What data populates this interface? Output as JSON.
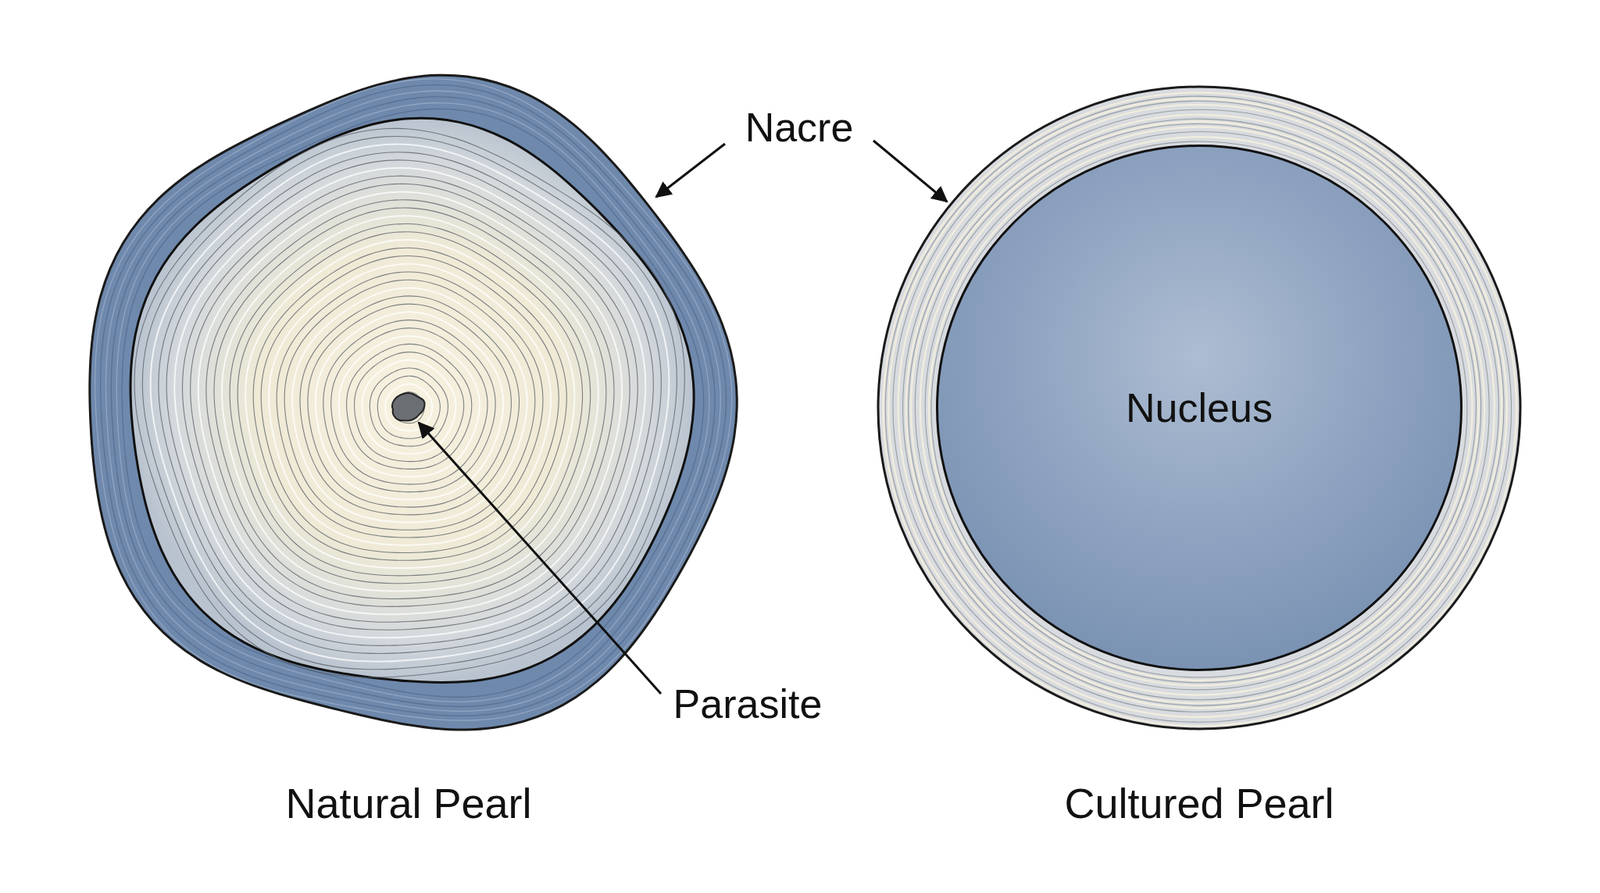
{
  "diagram": {
    "nodes": [
      {
        "text": [
          "Natural Pearl"
        ]
      },
      {
        "text": [
          "Cultured Pearl"
        ]
      },
      {
        "text": [
          "Nucleus"
        ],
        "in": 1
      }
    ],
    "labels": [
      "Nacre",
      "Parasite"
    ]
  }
}
